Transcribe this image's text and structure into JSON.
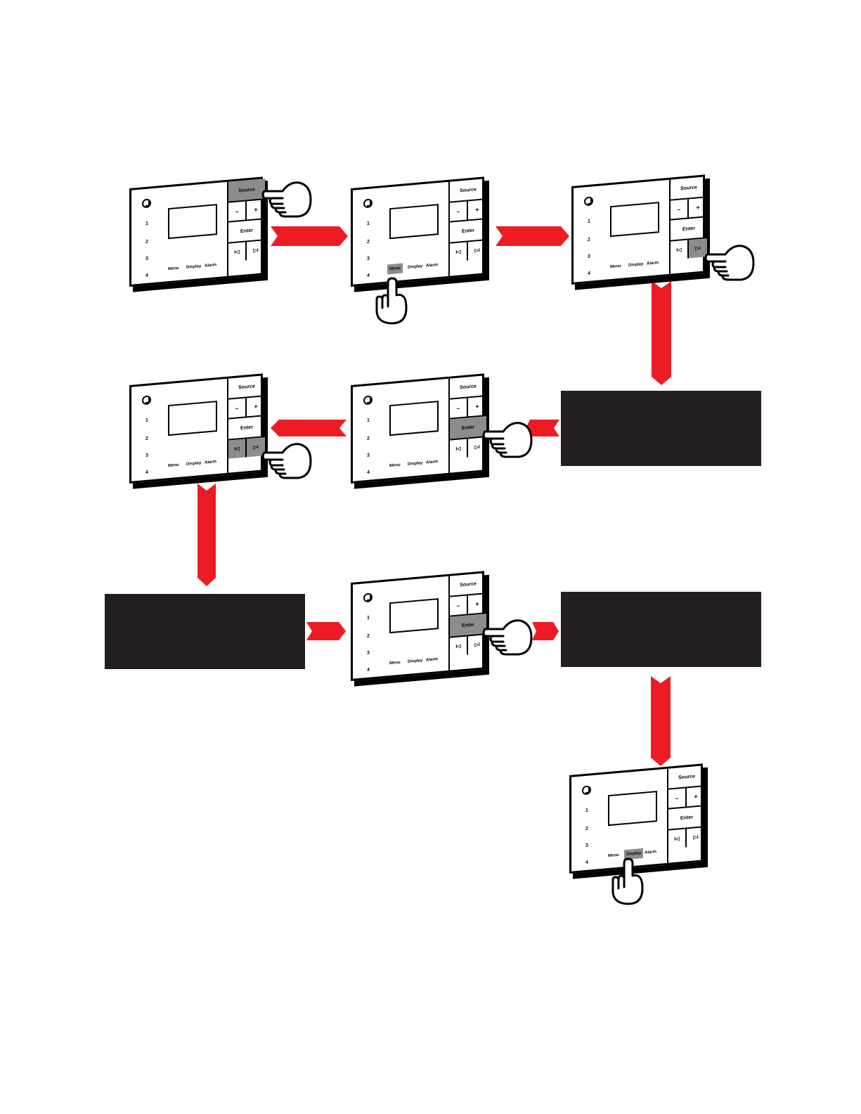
{
  "device": {
    "source_label": "Source",
    "minus_label": "–",
    "plus_label": "+",
    "enter_label": "Enter",
    "prev_label": "I◁",
    "next_label": "▷I",
    "preset_1": "1",
    "preset_2": "2",
    "preset_3": "3",
    "preset_4": "4",
    "menu_label": "Menu",
    "display_label": "Display",
    "alarm_label": "Alarm"
  },
  "colors": {
    "arrow": "#ed1c24",
    "info_box": "#231f20",
    "pressed_key": "#8c8c8c"
  },
  "steps": [
    {
      "pressed": "source",
      "icon": "pointing-hand-icon"
    },
    {
      "pressed": "menu",
      "icon": "pointing-hand-icon"
    },
    {
      "pressed": "next",
      "icon": "pointing-hand-icon"
    },
    {
      "pressed": "enter",
      "icon": "pointing-hand-icon"
    },
    {
      "pressed": "prev-next",
      "icon": "pointing-hand-icon"
    },
    {
      "pressed": "enter",
      "icon": "pointing-hand-icon"
    },
    {
      "pressed": "display",
      "icon": "pointing-hand-icon"
    }
  ]
}
